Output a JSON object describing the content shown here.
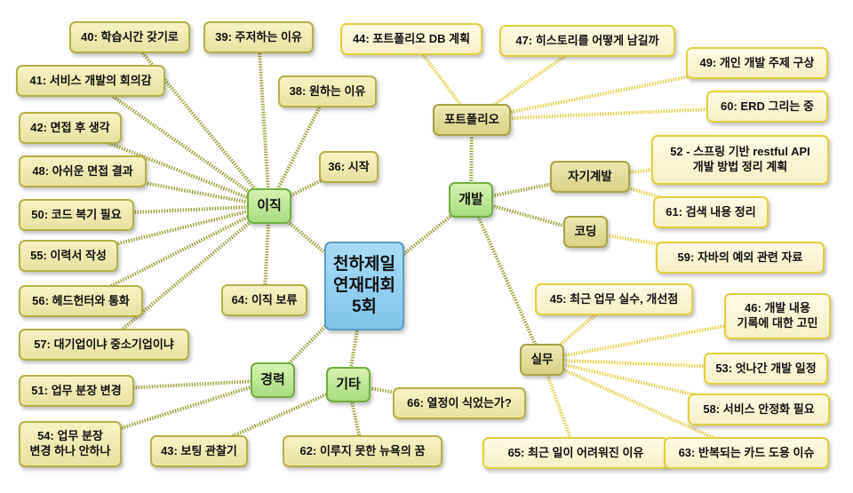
{
  "colors": {
    "edge_left": "#9ea23a",
    "edge_right": "#e3d04a",
    "root": "#8fcfee",
    "branch": "#b5e38e"
  },
  "root": {
    "label": "천하제일\n연재대회\n5회"
  },
  "branches": {
    "ijik": {
      "label": "이직"
    },
    "career": {
      "label": "경력"
    },
    "etc": {
      "label": "기타"
    },
    "dev": {
      "label": "개발"
    }
  },
  "subbranches": {
    "portfolio": {
      "label": "포트폴리오"
    },
    "selfdev": {
      "label": "자기계발"
    },
    "coding": {
      "label": "코딩"
    },
    "work": {
      "label": "실무"
    }
  },
  "leaves": {
    "n40": "40: 학습시간 갖기로",
    "n39": "39: 주저하는 이유",
    "n41": "41: 서비스 개발의 회의감",
    "n38": "38: 원하는 이유",
    "n42": "42: 면접 후 생각",
    "n48": "48: 아쉬운 면접 결과",
    "n36": "36: 시작",
    "n50": "50: 코드 복기 필요",
    "n55": "55: 이력서 작성",
    "n64": "64: 이직 보류",
    "n56": "56: 헤드헌터와 통화",
    "n57": "57: 대기업이냐 중소기업이냐",
    "n51": "51: 업무 분장 변경",
    "n54": "54: 업무 분장\n변경 하나 안하나",
    "n43": "43: 보팅 관찰기",
    "n62": "62: 이루지 못한 뉴욕의 꿈",
    "n66": "66: 열정이 식었는가?",
    "n44": "44: 포트폴리오 DB 계획",
    "n47": "47: 히스토리를 어떻게 남길까",
    "n49": "49: 개인 개발 주제 구상",
    "n60": "60: ERD 그리는 중",
    "n52": "52 - 스프링 기반 restful API\n개발 방법 정리 계획",
    "n61": "61: 검색 내용 정리",
    "n59": "59: 자바의 예외 관련 자료",
    "n45": "45: 최근 업무 실수, 개선점",
    "n46": "46: 개발 내용\n기록에 대한 고민",
    "n53": "53: 엇나간 개발 일정",
    "n58": "58: 서비스 안정화 필요",
    "n65": "65: 최근 일이 어려워진 이유",
    "n63": "63: 반복되는 카드 도용 이슈"
  }
}
